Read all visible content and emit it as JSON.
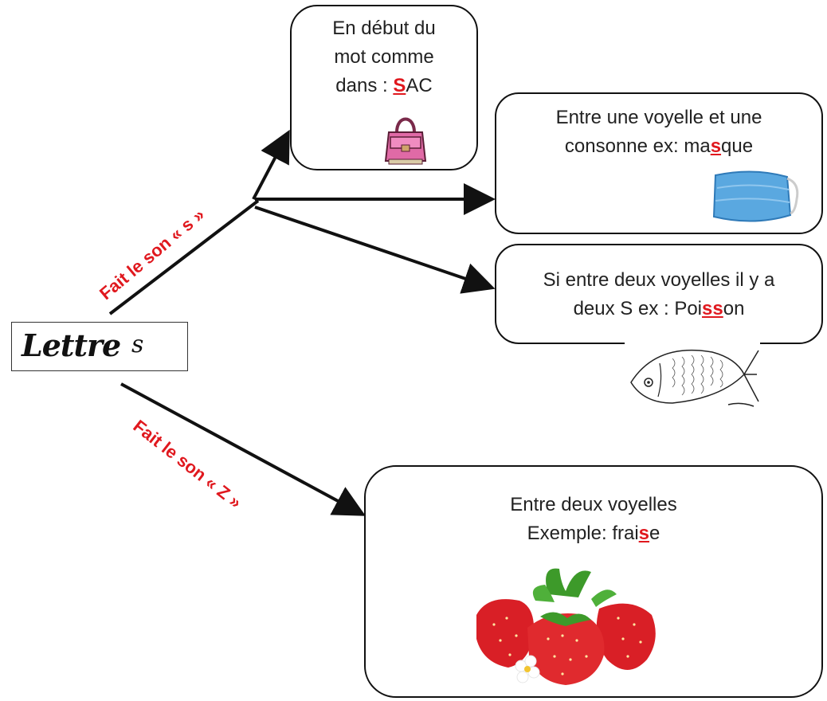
{
  "center_node": {
    "word": "Lettre",
    "letter": "s"
  },
  "branch_labels": {
    "s_sound": "Fait le son « s »",
    "z_sound": "Fait le son « Z »"
  },
  "boxes": {
    "debut": {
      "line1": "En début du",
      "line2": "mot comme",
      "line3_prefix": "dans : ",
      "line3_hl": "S",
      "line3_suffix": "AC",
      "icon": "bag-icon"
    },
    "voyelle_consonne": {
      "line1": "Entre une voyelle et une",
      "line2_prefix": "consonne ex: ma",
      "line2_hl": "s",
      "line2_suffix": "que",
      "icon": "mask-icon"
    },
    "deux_s": {
      "line1": "Si entre deux voyelles il y a",
      "line2_prefix": "deux S ex : Poi",
      "line2_hl": "ss",
      "line2_suffix": "on",
      "icon": "fish-icon"
    },
    "entre_voyelles": {
      "line1": "Entre deux voyelles",
      "line2_prefix": "Exemple: frai",
      "line2_hl": "s",
      "line2_suffix": "e",
      "icon": "strawberries-icon"
    }
  },
  "colors": {
    "highlight": "#e0181e",
    "arrow": "#111111"
  }
}
